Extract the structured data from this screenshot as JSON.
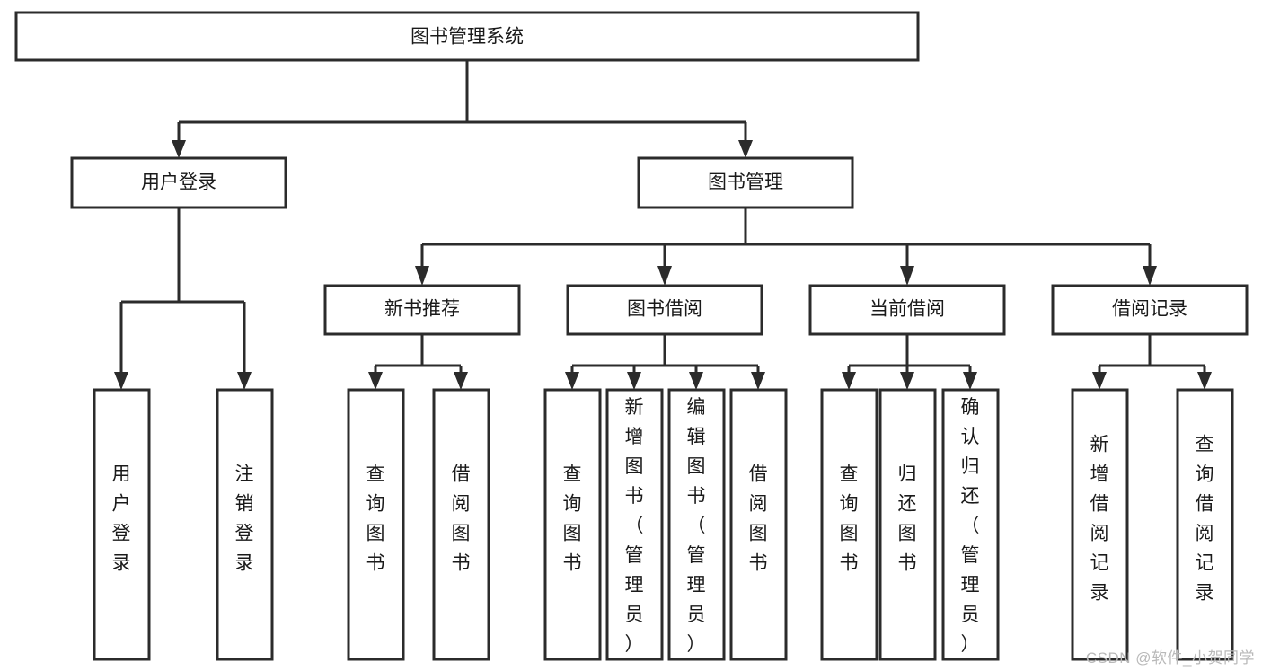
{
  "diagram": {
    "type": "tree",
    "title": "图书管理系统",
    "watermark": "CSDN @软件_小贺同学",
    "nodes": {
      "root": {
        "label": "图书管理系统"
      },
      "level1": [
        {
          "id": "user-login",
          "label": "用户登录"
        },
        {
          "id": "book-manage",
          "label": "图书管理"
        }
      ],
      "level2": [
        {
          "id": "new-book-recommend",
          "label": "新书推荐",
          "parent": "book-manage"
        },
        {
          "id": "book-borrow",
          "label": "图书借阅",
          "parent": "book-manage"
        },
        {
          "id": "current-borrow",
          "label": "当前借阅",
          "parent": "book-manage"
        },
        {
          "id": "borrow-record",
          "label": "借阅记录",
          "parent": "book-manage"
        }
      ],
      "leaves": [
        {
          "id": "leaf-user-login",
          "label": "用户登录",
          "parent": "user-login"
        },
        {
          "id": "leaf-logout",
          "label": "注销登录",
          "parent": "user-login"
        },
        {
          "id": "leaf-query-book-1",
          "label": "查询图书",
          "parent": "new-book-recommend"
        },
        {
          "id": "leaf-borrow-book-1",
          "label": "借阅图书",
          "parent": "new-book-recommend"
        },
        {
          "id": "leaf-query-book-2",
          "label": "查询图书",
          "parent": "book-borrow"
        },
        {
          "id": "leaf-add-book",
          "label": "新增图书（管理员）",
          "parent": "book-borrow"
        },
        {
          "id": "leaf-edit-book",
          "label": "编辑图书（管理员）",
          "parent": "book-borrow"
        },
        {
          "id": "leaf-borrow-book-2",
          "label": "借阅图书",
          "parent": "book-borrow"
        },
        {
          "id": "leaf-query-book-3",
          "label": "查询图书",
          "parent": "current-borrow"
        },
        {
          "id": "leaf-return-book",
          "label": "归还图书",
          "parent": "current-borrow"
        },
        {
          "id": "leaf-confirm-return",
          "label": "确认归还（管理员）",
          "parent": "current-borrow"
        },
        {
          "id": "leaf-add-record",
          "label": "新增借阅记录",
          "parent": "borrow-record"
        },
        {
          "id": "leaf-query-record",
          "label": "查询借阅记录",
          "parent": "borrow-record"
        }
      ]
    },
    "colors": {
      "box_stroke": "#2b2b2b",
      "box_fill": "#ffffff",
      "text": "#1a1a1a",
      "connector": "#2b2b2b",
      "watermark": "#b9b9b9"
    }
  }
}
